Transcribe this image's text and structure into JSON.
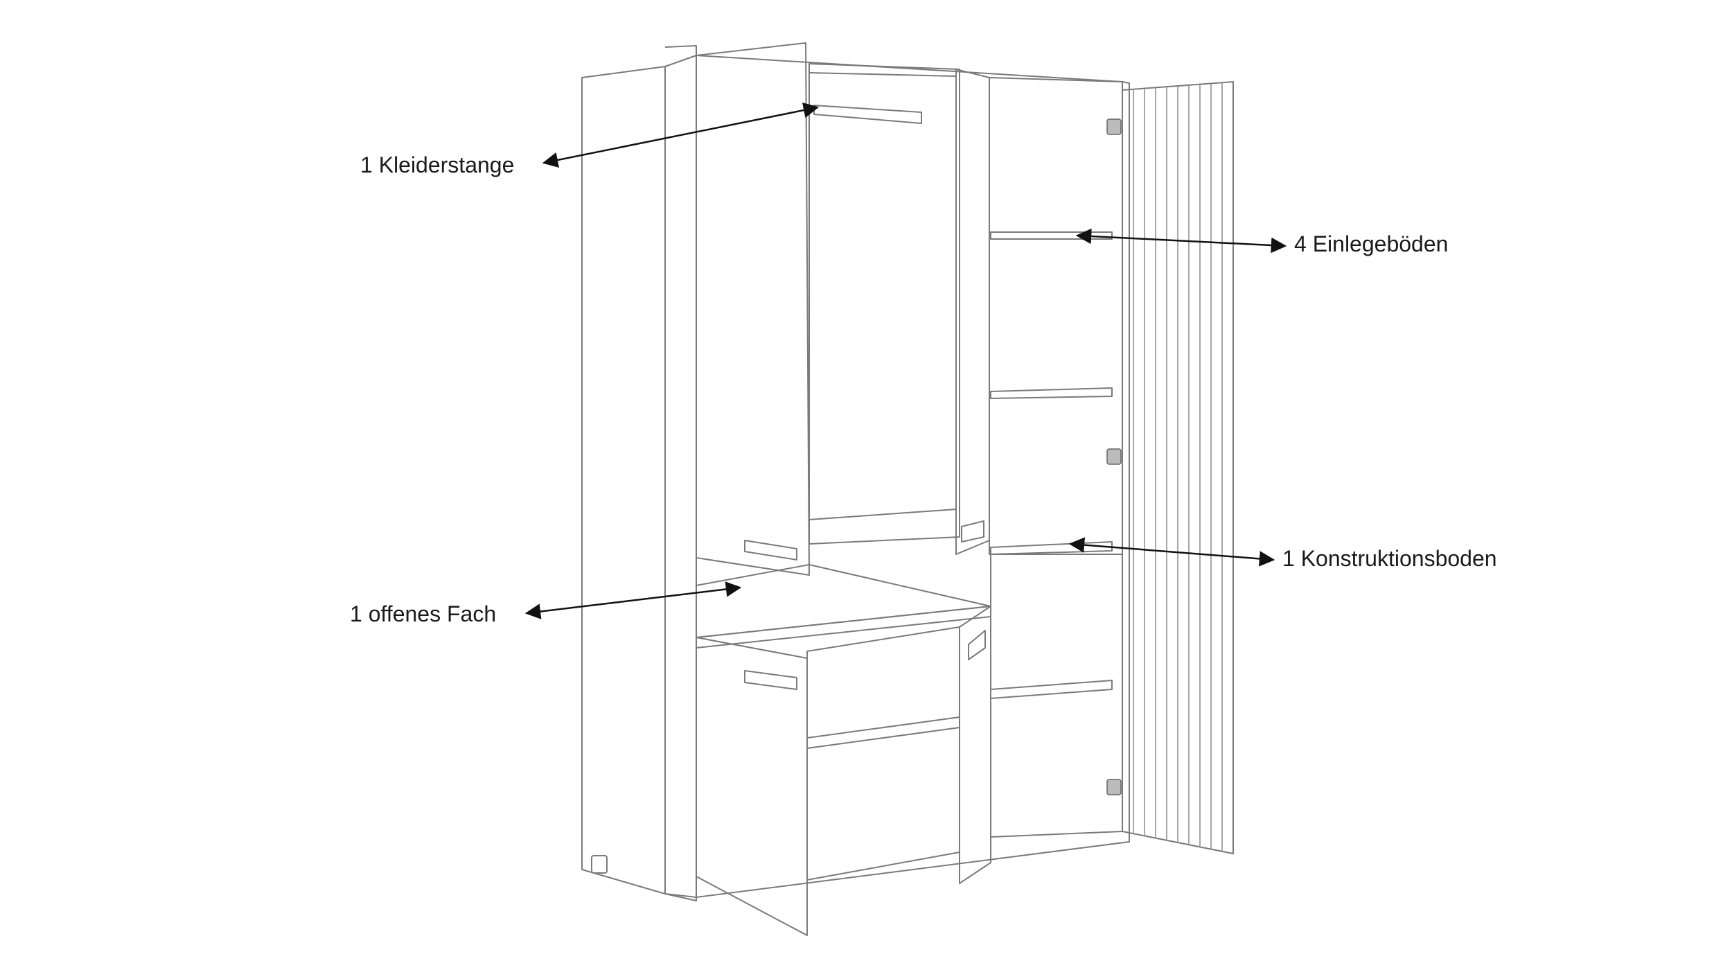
{
  "annotations": [
    {
      "id": "kleiderstange",
      "text": "1 Kleiderstange"
    },
    {
      "id": "einlegeboeden",
      "text": "4 Einlegeböden"
    },
    {
      "id": "konstruktionsboden",
      "text": "1 Konstruktionsboden"
    },
    {
      "id": "offenes-fach",
      "text": "1 offenes Fach"
    }
  ],
  "colors": {
    "outline": "#7a7a7a",
    "arrow": "#111111",
    "text": "#1a1a1a",
    "background": "#ffffff"
  }
}
